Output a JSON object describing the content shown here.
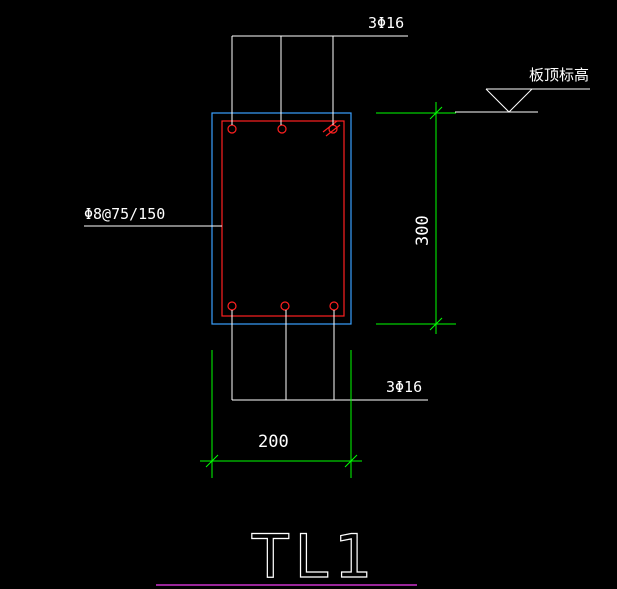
{
  "drawing": {
    "top_bar_label": "3Φ16",
    "bottom_bar_label": "3Φ16",
    "stirrup_label": "Φ8@75/150",
    "level_label": "板顶标高",
    "width_dim": "200",
    "height_dim": "300",
    "title": "TL1"
  },
  "colors": {
    "background": "#000000",
    "concrete_outline": "#3aa0ff",
    "stirrup": "#ff2020",
    "leader": "#ffffff",
    "dimension": "#00ff00",
    "title_underline": "#cc33cc"
  }
}
